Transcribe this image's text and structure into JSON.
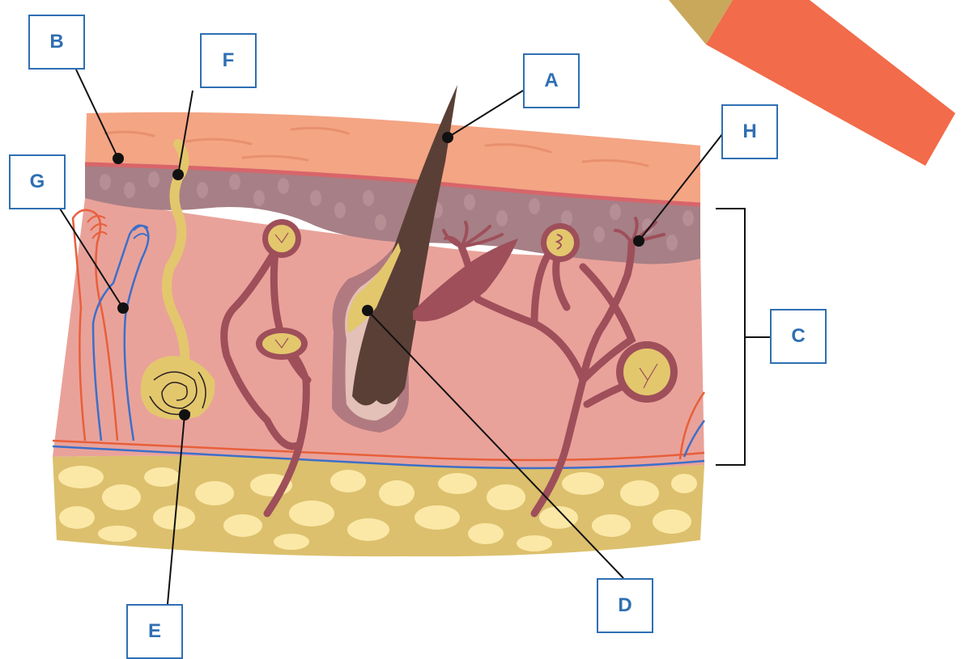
{
  "labels": {
    "a": "A",
    "b": "B",
    "c": "C",
    "d": "D",
    "e": "E",
    "f": "F",
    "g": "G",
    "h": "H"
  },
  "colors": {
    "epidermis": "#f4a584",
    "basal_layer": "#a77f86",
    "dermis": "#e9a29a",
    "hypodermis_base": "#dcc06d",
    "fat_cell": "#fbe8a7",
    "gland": "#9e4f5a",
    "hair": "#5a3f36",
    "sweat_duct": "#e3c76d",
    "artery": "#e85f3a",
    "vein": "#3c6fc9",
    "label_border": "#2f6fb3",
    "pencil": "#f26b4a"
  }
}
